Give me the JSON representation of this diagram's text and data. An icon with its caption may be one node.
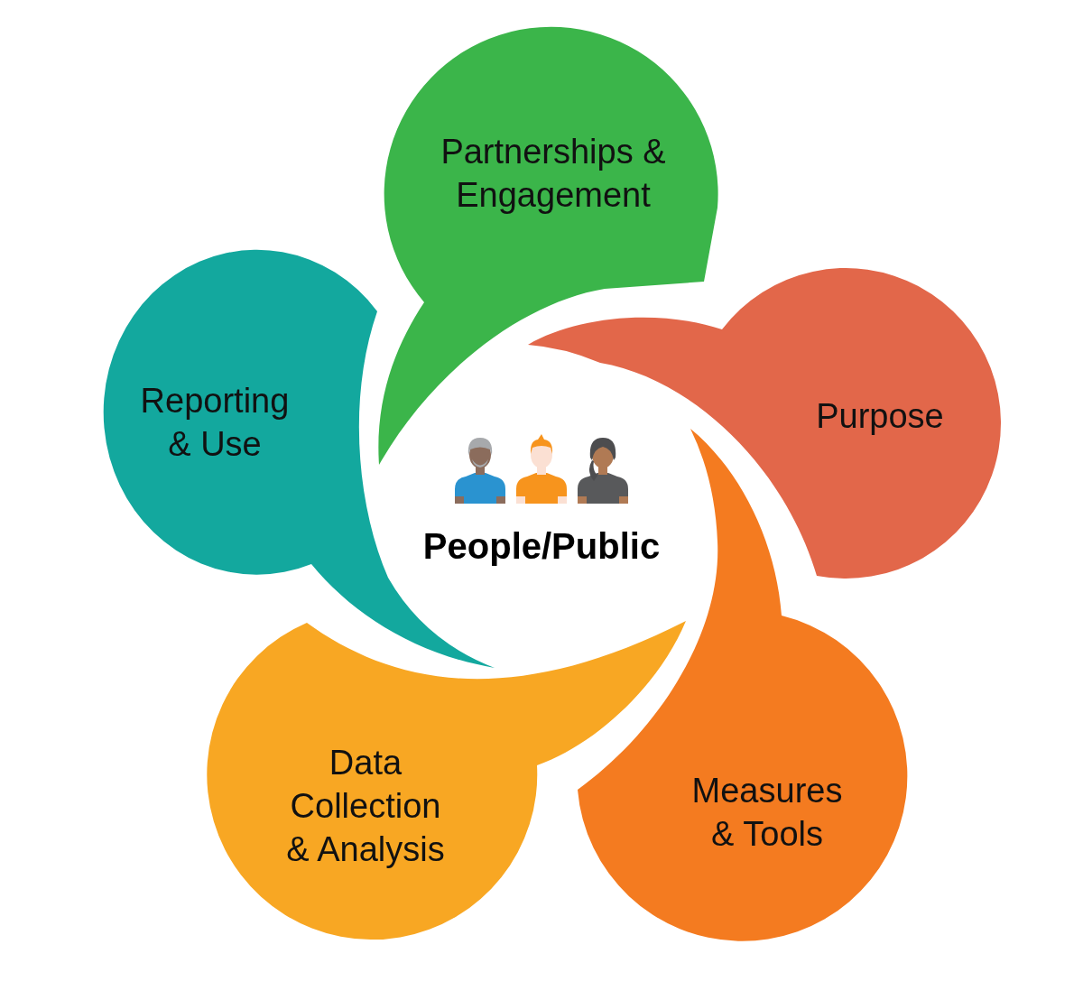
{
  "diagram": {
    "nodes": [
      {
        "text": [
          "Partnerships & Engagement"
        ]
      },
      {
        "text": [
          "Purpose"
        ]
      },
      {
        "text": [
          "Measures & Tools"
        ]
      },
      {
        "text": [
          "Data Collection & Analysis"
        ]
      },
      {
        "text": [
          "Reporting & Use"
        ]
      },
      {
        "text": [
          "People/Public"
        ]
      }
    ]
  }
}
